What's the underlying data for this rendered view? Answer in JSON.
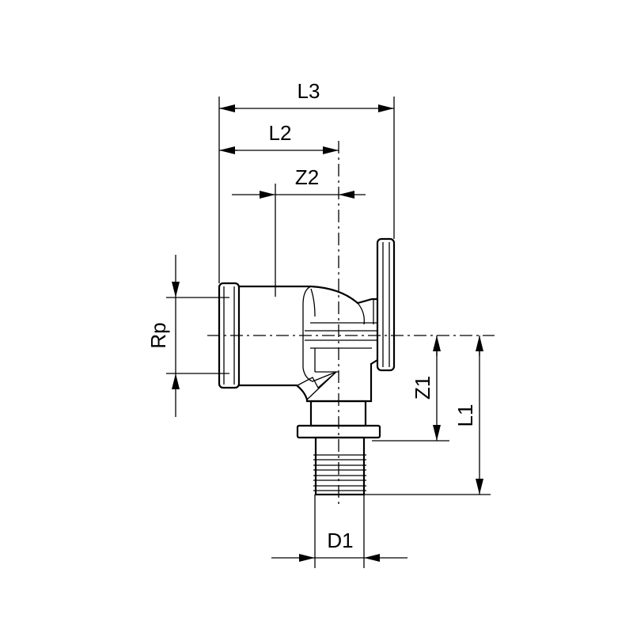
{
  "drawing": {
    "title": "Wall-plate elbow fitting dimension drawing",
    "dimensions": {
      "l3": "L3",
      "l2": "L2",
      "z2": "Z2",
      "rp": "Rp",
      "z1": "Z1",
      "l1": "L1",
      "d1": "D1"
    },
    "colors": {
      "line": "#000000",
      "background": "#ffffff"
    }
  }
}
